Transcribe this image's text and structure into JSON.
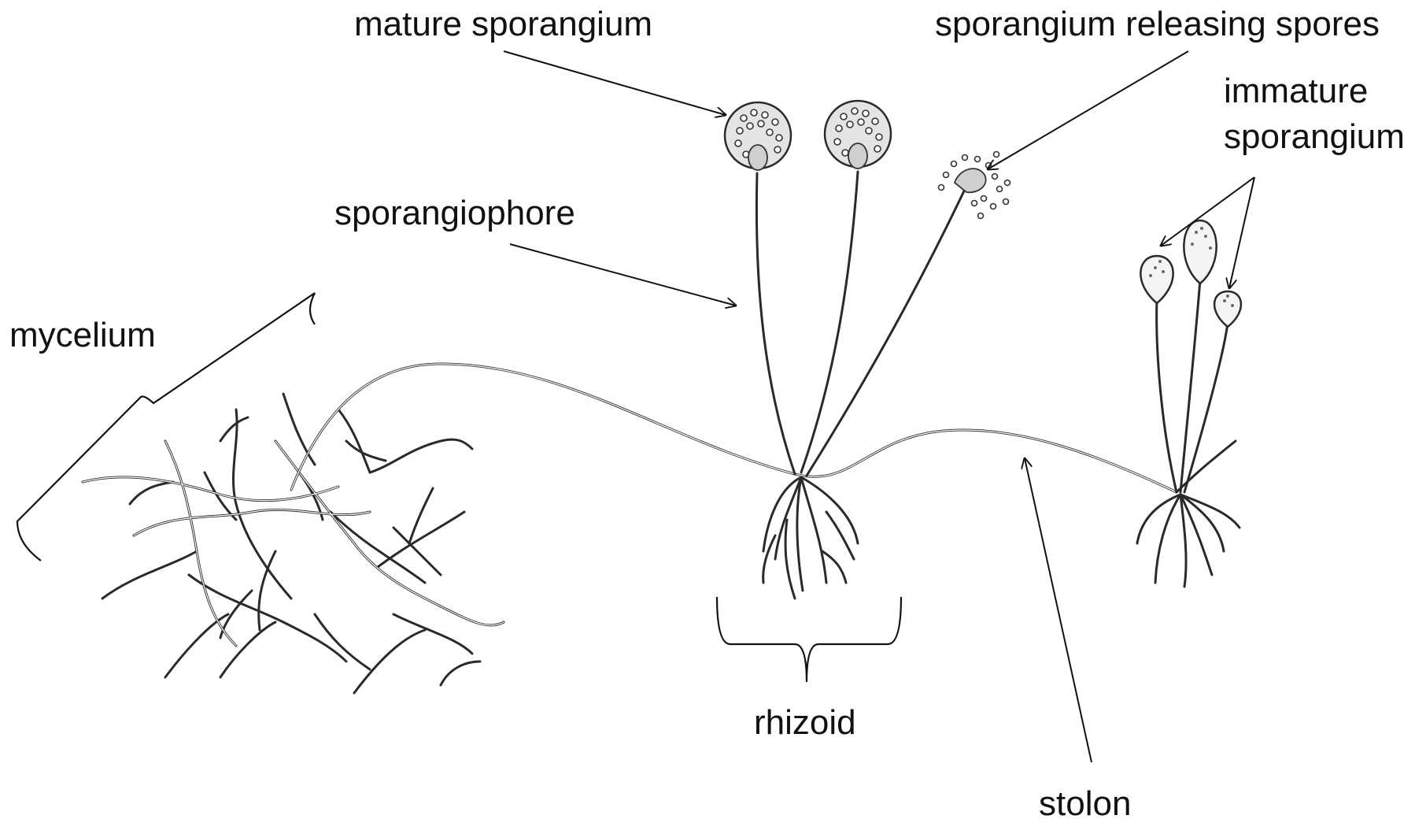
{
  "labels": {
    "mature_sporangium": "mature sporangium",
    "sporangium_releasing_spores": "sporangium releasing spores",
    "immature_sporangium_line1": "immature",
    "immature_sporangium_line2": "sporangium",
    "sporangiophore": "sporangiophore",
    "mycelium": "mycelium",
    "rhizoid": "rhizoid",
    "stolon": "stolon"
  }
}
